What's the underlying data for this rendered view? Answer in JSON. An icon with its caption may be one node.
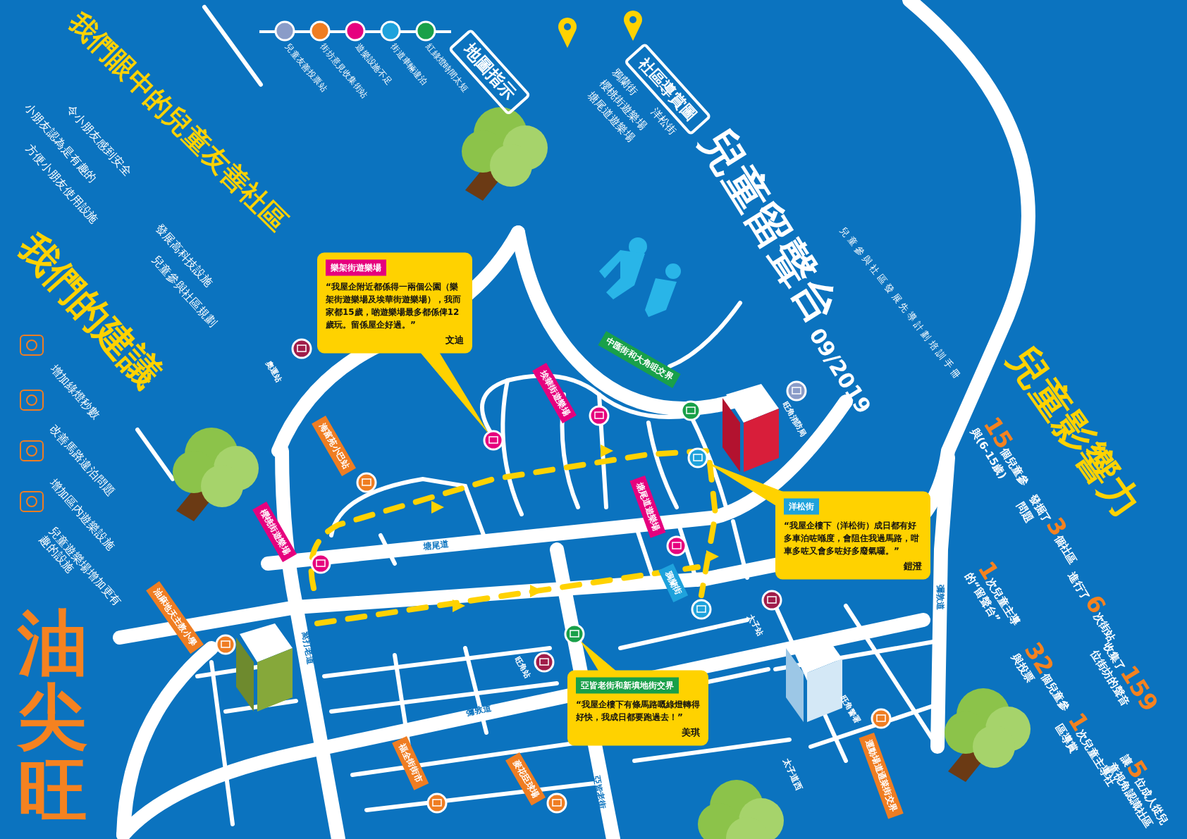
{
  "diagram": {
    "title": "我們眼中的兒童友善社區",
    "nodes": [
      {
        "text": [
          "樂架街遊樂場",
          "“我屋企附近都係得一兩個公園（樂架街遊樂場及埃華街遊樂場），我而家都15歲，啲遊樂場最多都係俾12歲玩。留係屋企好過。”",
          "文迪"
        ]
      },
      {
        "text": [
          "埃華街遊樂場"
        ]
      },
      {
        "text": [
          "中匯街和大角咀交界"
        ]
      },
      {
        "text": [
          "海富苑小巴站"
        ]
      },
      {
        "text": [
          "櫻桃街遊樂場"
        ]
      },
      {
        "text": [
          "塘尾道遊樂場"
        ]
      },
      {
        "text": [
          "洋松街",
          "“我屋企樓下（洋松街）成日都有好多車泊咗喺度，會阻住我過馬路，咁車多咗又會多咗好多廢氣囉。”",
          "鎧澄"
        ]
      },
      {
        "text": [
          "鴉蘭街"
        ]
      },
      {
        "text": [
          "油麻地天主教小學"
        ]
      },
      {
        "text": [
          "亞皆老街和新填地街交界",
          "“我屋企樓下有條馬路嘅綠燈轉得好快，我成日都要跑過去！”",
          "美琪"
        ]
      },
      {
        "text": [
          "福全街街市"
        ]
      },
      {
        "text": [
          "麥花臣球場"
        ]
      },
      {
        "text": [
          "運動場道通菜街交界"
        ]
      },
      {
        "text": [],
        "shape": "circle"
      },
      {
        "text": [],
        "shape": "circle"
      },
      {
        "text": [],
        "shape": "circle"
      }
    ],
    "edges": [
      {
        "from": 0,
        "to": 13,
        "arrow": "none"
      },
      {
        "from": 6,
        "to": 14,
        "arrow": "none"
      },
      {
        "from": 9,
        "to": 15,
        "arrow": "none"
      }
    ],
    "labels": [
      "令小朋友感到安全",
      "小朋友認為是有趣的",
      "方便小朋友使用設施",
      "發展高科技設施",
      "兒童參與社區規劃",
      "我們的建議",
      "增加綠燈秒數",
      "改善馬路違泊問題",
      "增加區內遊樂設施",
      "兒童遊樂場增加更有趣的設施",
      "油尖旺",
      "地圖指示",
      "社區導賞圖",
      "鴉蘭街",
      "洋松街",
      "櫻桃街遊樂場",
      "塘尾道遊樂場",
      "兒童留聲台",
      "兒童參與社區發展先導計劃培訓手冊",
      "09/2019",
      "兒童影響力",
      "**15**個兒童參與(6-15歲)",
      "發掘了**3**個社區問題",
      "**1**次兒童主導的“留聲台”",
      "進行了**6**次街站",
      "**32**個兒童參與投票",
      "收集了**159**位街坊的聲音",
      "**1**次兒童主導社區導賞",
      "讓**5**位成人從兒童視角認識社區",
      "奧運站",
      "旺角消防局",
      "彌敦道",
      "塘尾道",
      "窩打老道",
      "旺角站",
      "太子站",
      "彌敦道",
      "旺角警署",
      "亞皆老街",
      "太子道西"
    ],
    "legend": [
      {
        "text": "兒童友善投票站",
        "color": "#8a9cc8"
      },
      {
        "text": "街坊意見收集街站",
        "color": "#ef7d22"
      },
      {
        "text": "遊樂設施不足",
        "color": "#e6007e"
      },
      {
        "text": "街道車輛違泊",
        "color": "#1ea2dc"
      },
      {
        "text": "紅綠燈時間太短",
        "color": "#19a049"
      }
    ]
  }
}
